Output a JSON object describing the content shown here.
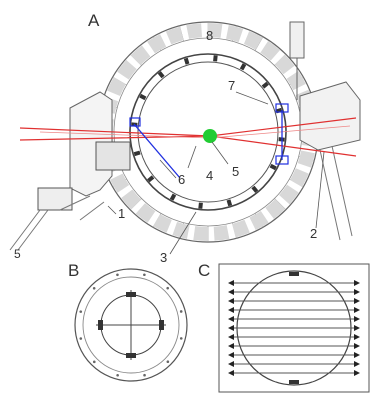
{
  "panels": {
    "A": {
      "label": "A"
    },
    "B": {
      "label": "B"
    },
    "C": {
      "label": "C"
    }
  },
  "callouts": [
    {
      "id": "1",
      "text": "1"
    },
    {
      "id": "2",
      "text": "2"
    },
    {
      "id": "3",
      "text": "3"
    },
    {
      "id": "4",
      "text": "4"
    },
    {
      "id": "5",
      "text": "5"
    },
    {
      "id": "6",
      "text": "6"
    },
    {
      "id": "7",
      "text": "7"
    },
    {
      "id": "8",
      "text": "8"
    }
  ],
  "colors": {
    "line": "#555555",
    "laser": "#e03030",
    "probe": "#2030e0",
    "sample": "#22cc33"
  }
}
